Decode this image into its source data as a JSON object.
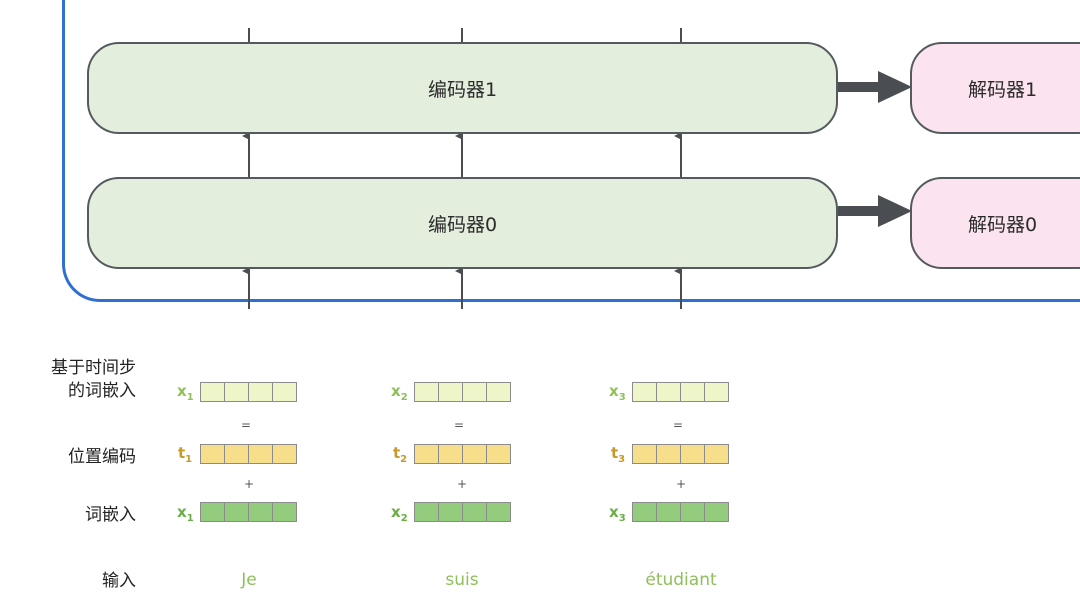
{
  "encoders": [
    "编码器1",
    "编码器0"
  ],
  "decoders": [
    "解码器1",
    "解码器0"
  ],
  "row_labels": {
    "time_embed_line1": "基于时间步",
    "time_embed_line2": "的词嵌入",
    "positional": "位置编码",
    "embedding": "词嵌入",
    "input": "输入"
  },
  "columns": [
    {
      "x": "x",
      "t": "t",
      "sub": "1",
      "word": "Je"
    },
    {
      "x": "x",
      "t": "t",
      "sub": "2",
      "word": "suis"
    },
    {
      "x": "x",
      "t": "t",
      "sub": "3",
      "word": "étudiant"
    }
  ],
  "ops": {
    "equals": "=",
    "plus": "+"
  },
  "colors": {
    "frame": "#2f6fd1",
    "encoder_fill": "#e3efdc",
    "decoder_fill": "#fbe4ef",
    "time_embedding": "#eef6c9",
    "positional_encoding": "#f7de8a",
    "word_embedding": "#94cc7e"
  }
}
